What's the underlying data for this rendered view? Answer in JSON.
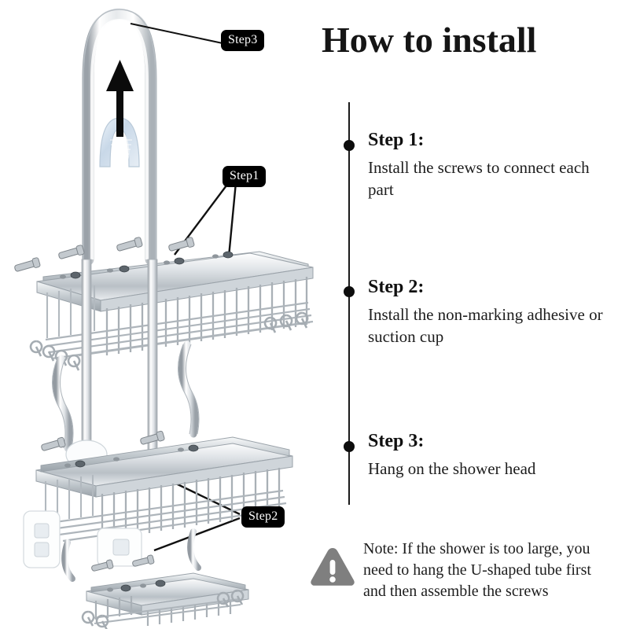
{
  "page": {
    "title": "How to install",
    "background_color": "#ffffff"
  },
  "diagram": {
    "product": "shower-caddy",
    "badges": [
      {
        "id": "step3",
        "label": "Step3",
        "points_to": "u-shaped-hanging-hook"
      },
      {
        "id": "step1",
        "label": "Step1",
        "points_to": "screws-on-top-basket-rail"
      },
      {
        "id": "step2",
        "label": "Step2",
        "points_to": "adhesive-suction-pads"
      }
    ],
    "parts": [
      "u-shaped-tube",
      "shower-head",
      "up-arrow",
      "top-basket",
      "middle-basket",
      "bottom-soap-tray",
      "side-hooks",
      "screws",
      "adhesive-pads"
    ],
    "colors": {
      "chrome_light": "#f2f4f6",
      "chrome_mid": "#c6cbd0",
      "chrome_dark": "#8e959c",
      "wire": "#a9b0b6",
      "shower_head": "#d6e2ef",
      "badge_bg": "#000000",
      "badge_text": "#ffffff"
    }
  },
  "steps": [
    {
      "heading": "Step 1:",
      "body": "Install the screws to connect each part"
    },
    {
      "heading": "Step 2:",
      "body": "Install the non-marking adhesive or suction cup"
    },
    {
      "heading": "Step 3:",
      "body": "Hang on the shower head"
    }
  ],
  "note": {
    "icon": "warning-triangle-icon",
    "icon_color": "#7f7f7f",
    "text": "Note: If the shower is too large, you need to hang the U-shaped tube first and then assemble the screws"
  }
}
